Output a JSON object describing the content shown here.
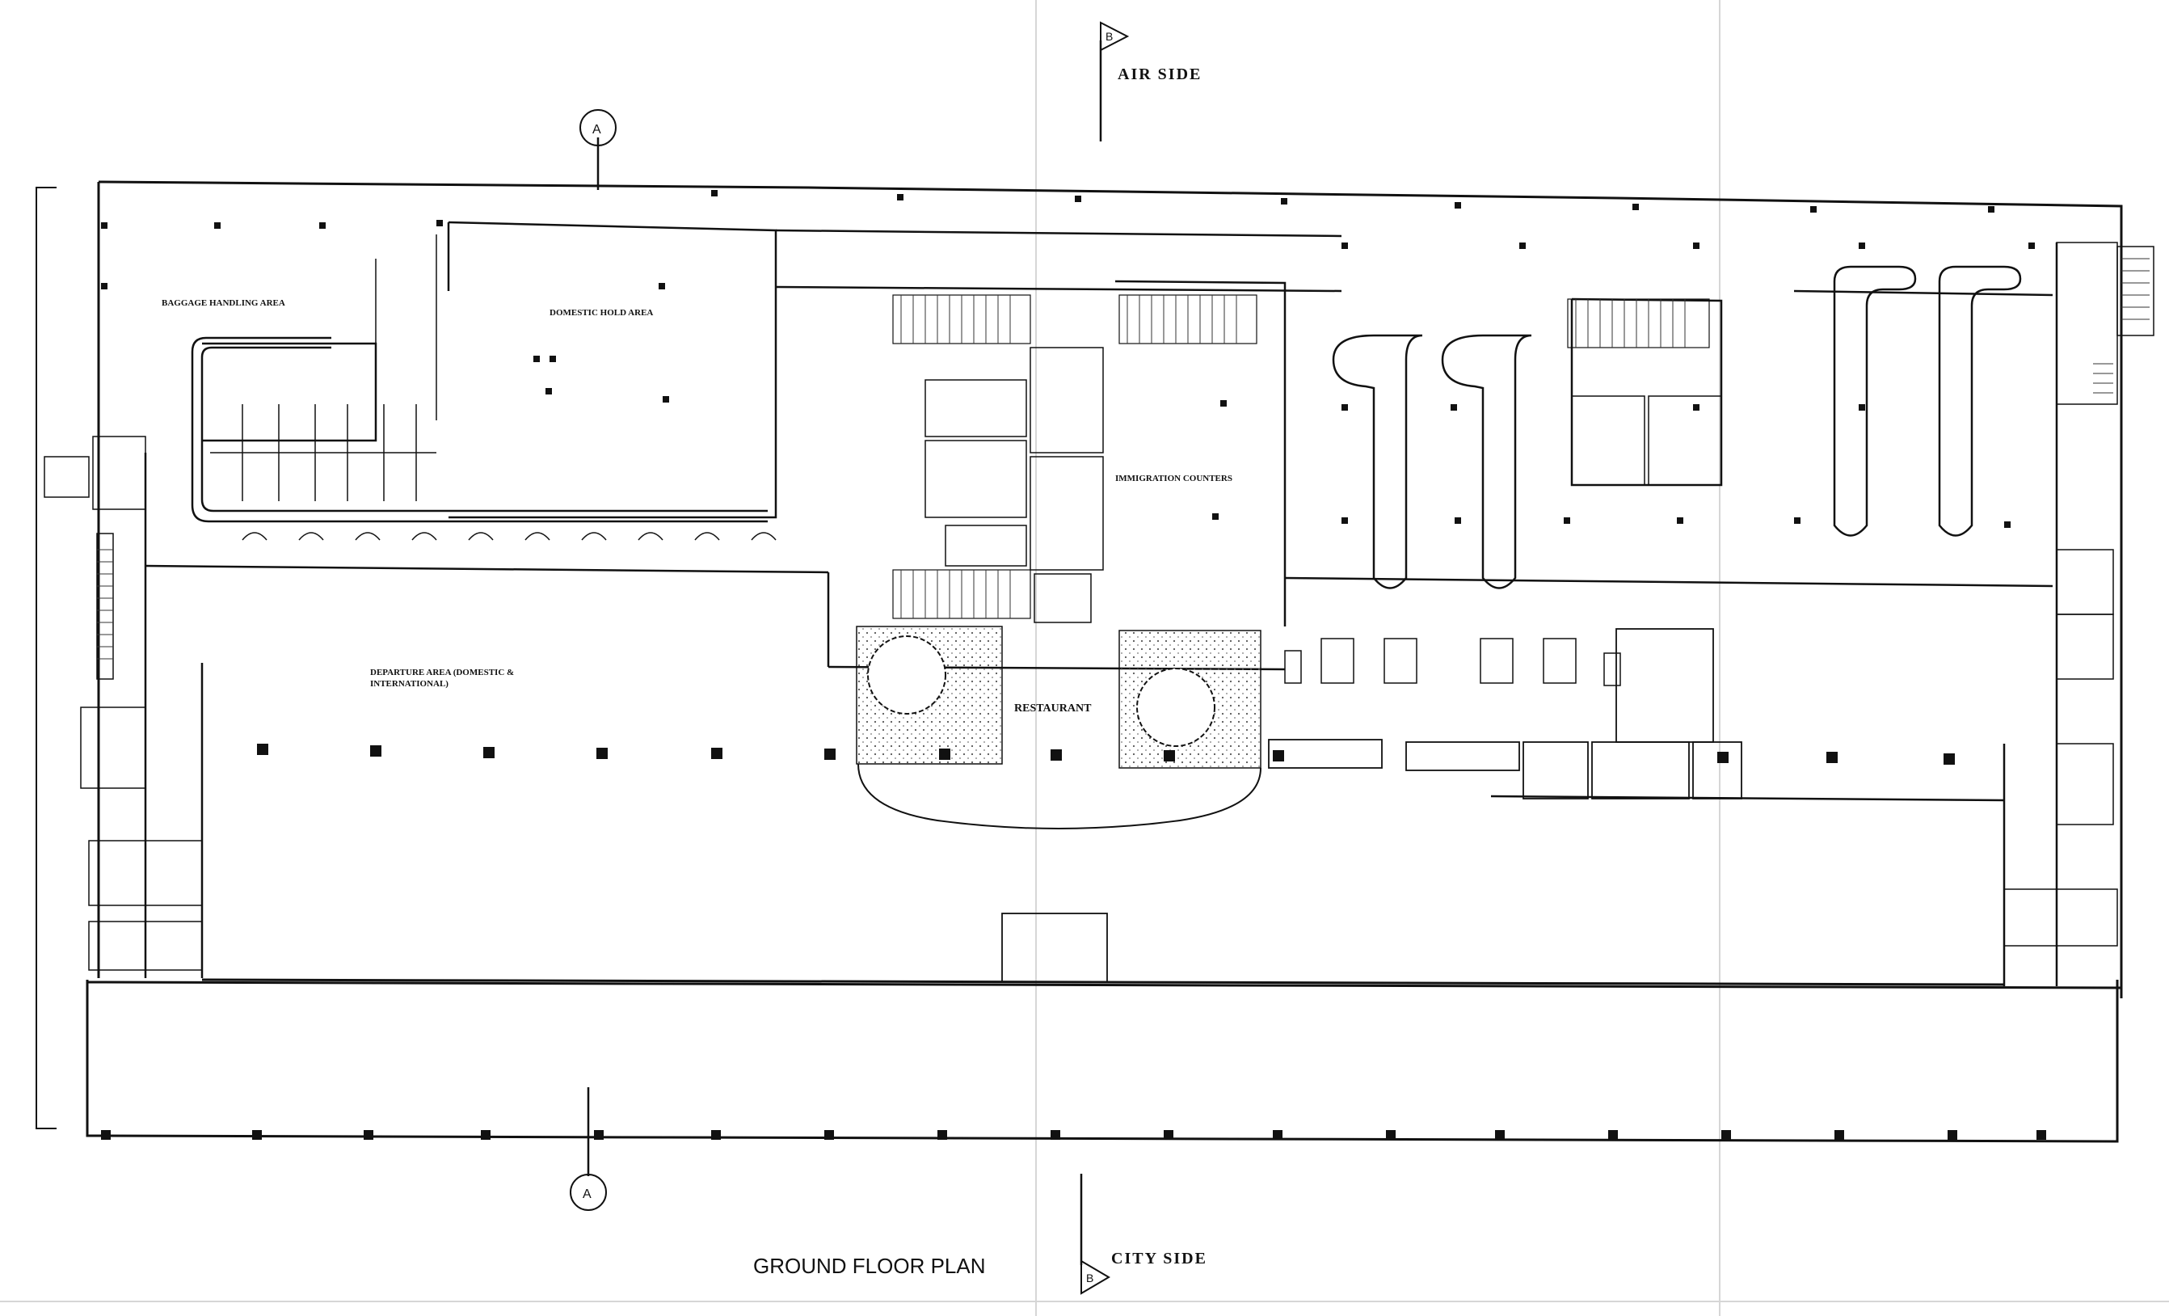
{
  "drawing": {
    "title": "GROUND FLOOR PLAN",
    "air_side_label": "AIR SIDE",
    "city_side_label": "CITY SIDE"
  },
  "section_markers": {
    "top": "B",
    "bottom": "B",
    "left_top": "A",
    "left_bottom": "A"
  },
  "areas": {
    "baggage_handling": "BAGGAGE HANDLING AREA",
    "domestic_hold": "DOMESTIC HOLD AREA",
    "immigration": "IMMIGRATION COUNTERS",
    "departure_line1": "DEPARTURE AREA (DOMESTIC &",
    "departure_line2": "INTERNATIONAL)",
    "restaurant": "RESTAURANT"
  },
  "colors": {
    "line": "#111111",
    "paper": "#ffffff",
    "hatch": "#555555"
  }
}
